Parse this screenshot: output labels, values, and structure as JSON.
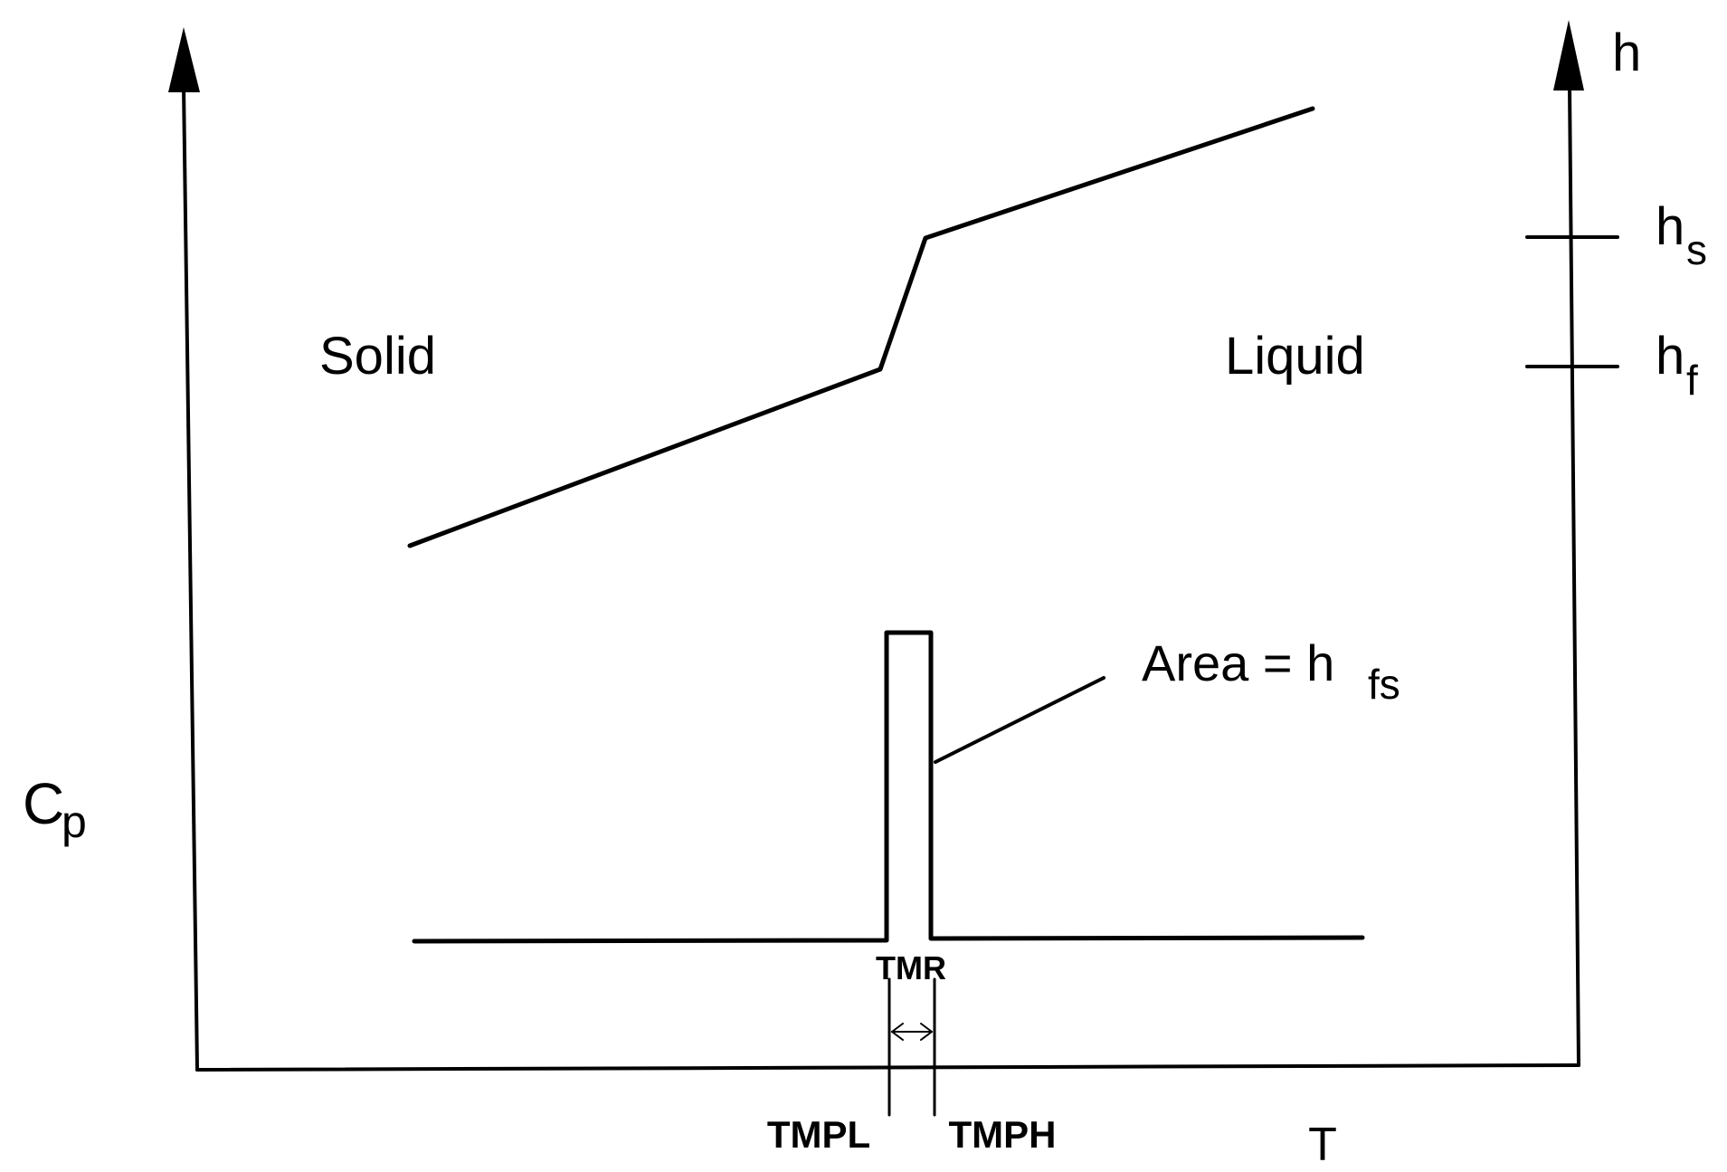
{
  "axes": {
    "left_axis_label": {
      "main": "C",
      "sub": "p"
    },
    "right_axis_label": "h",
    "bottom_axis_label": "T"
  },
  "regions": {
    "solid_label": "Solid",
    "liquid_label": "Liquid"
  },
  "enthalpy_marks": {
    "hs": {
      "main": "h",
      "sub": "s"
    },
    "hf": {
      "main": "h",
      "sub": "f"
    }
  },
  "annotations": {
    "area_prefix": "Area = h",
    "area_sub": "fs",
    "tmr": "TMR",
    "tmpl": "TMPL",
    "tmph": "TMPH"
  }
}
